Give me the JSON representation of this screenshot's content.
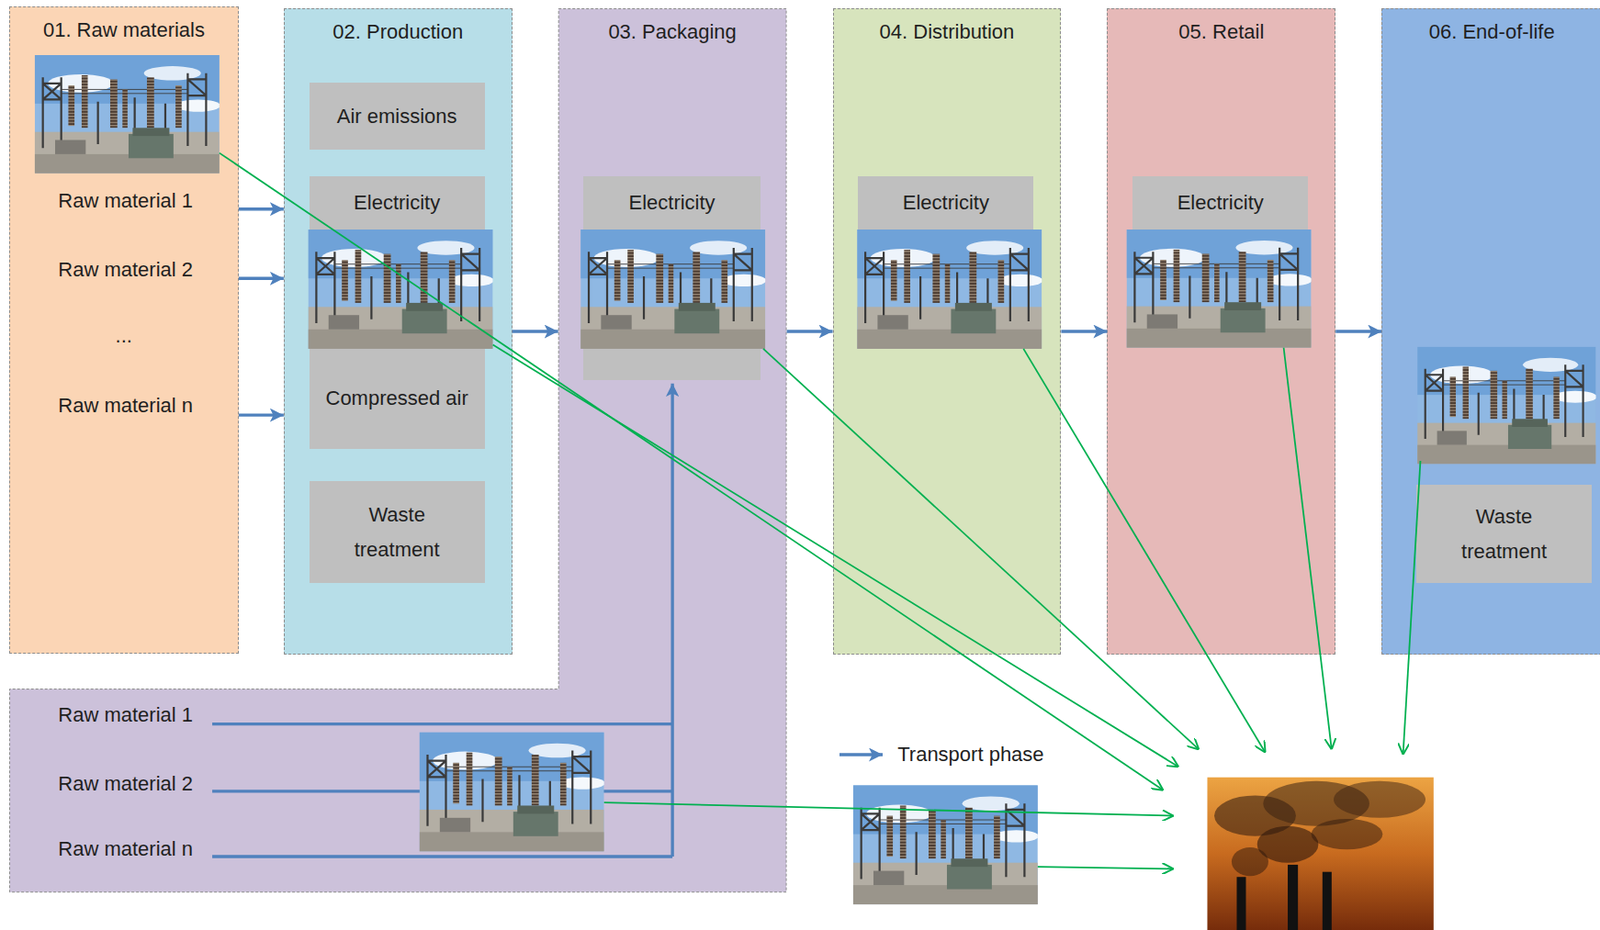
{
  "diagram": {
    "nodes": [
      {
        "text": [
          "01. Raw materials"
        ]
      },
      {
        "text": [
          "02. Production"
        ]
      },
      {
        "text": [
          "Air emissions"
        ],
        "in": 1
      },
      {
        "text": [
          "Electricity"
        ],
        "in": 1
      },
      {
        "text": [
          "Compressed air"
        ],
        "in": 1
      },
      {
        "text": [
          "Waste treatment"
        ],
        "in": 1
      },
      {
        "text": [
          "03. Packaging"
        ]
      },
      {
        "text": [
          "Electricity"
        ],
        "in": 6
      },
      {
        "text": [
          "04. Distribution"
        ]
      },
      {
        "text": [
          "Electricity"
        ],
        "in": 8
      },
      {
        "text": [
          "05. Retail"
        ]
      },
      {
        "text": [
          "Electricity"
        ],
        "in": 10
      },
      {
        "text": [
          "06. End-of-life"
        ]
      },
      {
        "text": [
          "Waste treatment"
        ],
        "in": 12
      }
    ],
    "edges": [
      {
        "from": 0,
        "to": 1,
        "arrow": "to"
      },
      {
        "from": 0,
        "to": 1,
        "arrow": "to"
      },
      {
        "from": 0,
        "to": 1,
        "arrow": "to"
      },
      {
        "from": 1,
        "to": 6,
        "arrow": "to"
      },
      {
        "from": 6,
        "to": 8,
        "arrow": "to"
      },
      {
        "from": 8,
        "to": 10,
        "arrow": "to"
      },
      {
        "from": 10,
        "to": 12,
        "arrow": "to"
      }
    ],
    "labels": [
      "Raw material 1",
      "Raw material 2",
      "...",
      "Raw material n",
      "Raw material 1",
      "Raw material 2",
      "Raw material n"
    ],
    "legend": [
      {
        "text": "Transport phase"
      }
    ]
  }
}
